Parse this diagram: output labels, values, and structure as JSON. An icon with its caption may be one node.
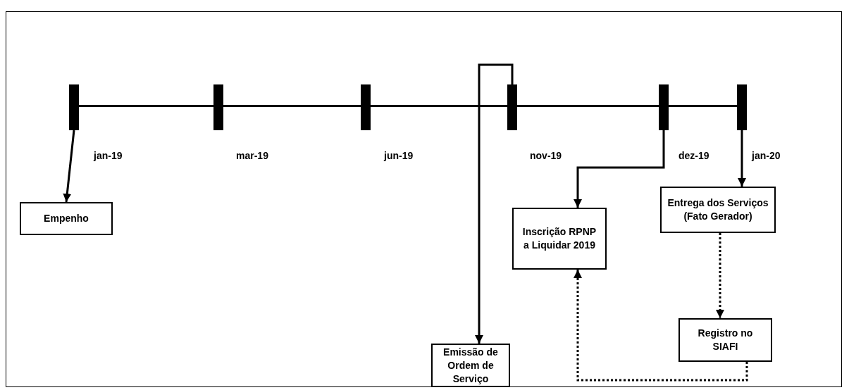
{
  "diagram": {
    "nodes": [
      {
        "text": [],
        "shape": "bar",
        "beside": [
          "jan-19"
        ]
      },
      {
        "text": [],
        "shape": "bar",
        "beside": [
          "mar-19"
        ]
      },
      {
        "text": [],
        "shape": "bar",
        "beside": [
          "jun-19"
        ]
      },
      {
        "text": [],
        "shape": "bar",
        "beside": [
          "nov-19"
        ]
      },
      {
        "text": [],
        "shape": "bar",
        "beside": [
          "dez-19"
        ]
      },
      {
        "text": [],
        "shape": "bar",
        "beside": [
          "jan-20"
        ]
      },
      {
        "text": [
          "Empenho"
        ]
      },
      {
        "text": [
          "Emissão de Ordem de Serviço"
        ]
      },
      {
        "text": [
          "Inscrição RPNP a Liquidar 2019"
        ]
      },
      {
        "text": [
          "Entrega dos Serviços (Fato Gerador)"
        ]
      },
      {
        "text": [
          "Registro no SIAFI"
        ]
      }
    ],
    "edges": [
      {
        "from": 0,
        "to": 1,
        "arrow": "none"
      },
      {
        "from": 1,
        "to": 2,
        "arrow": "none"
      },
      {
        "from": 2,
        "to": 3,
        "arrow": "none"
      },
      {
        "from": 3,
        "to": 4,
        "arrow": "none"
      },
      {
        "from": 4,
        "to": 5,
        "arrow": "none"
      },
      {
        "from": 0,
        "to": 6,
        "arrow": "to"
      },
      {
        "from": 3,
        "to": 7,
        "arrow": "to"
      },
      {
        "from": 4,
        "to": 8,
        "arrow": "to"
      },
      {
        "from": 5,
        "to": 9,
        "arrow": "to"
      },
      {
        "from": 9,
        "to": 10,
        "arrow": "to",
        "style": "dashed"
      },
      {
        "from": 10,
        "to": 8,
        "arrow": "to",
        "style": "dashed"
      }
    ]
  }
}
